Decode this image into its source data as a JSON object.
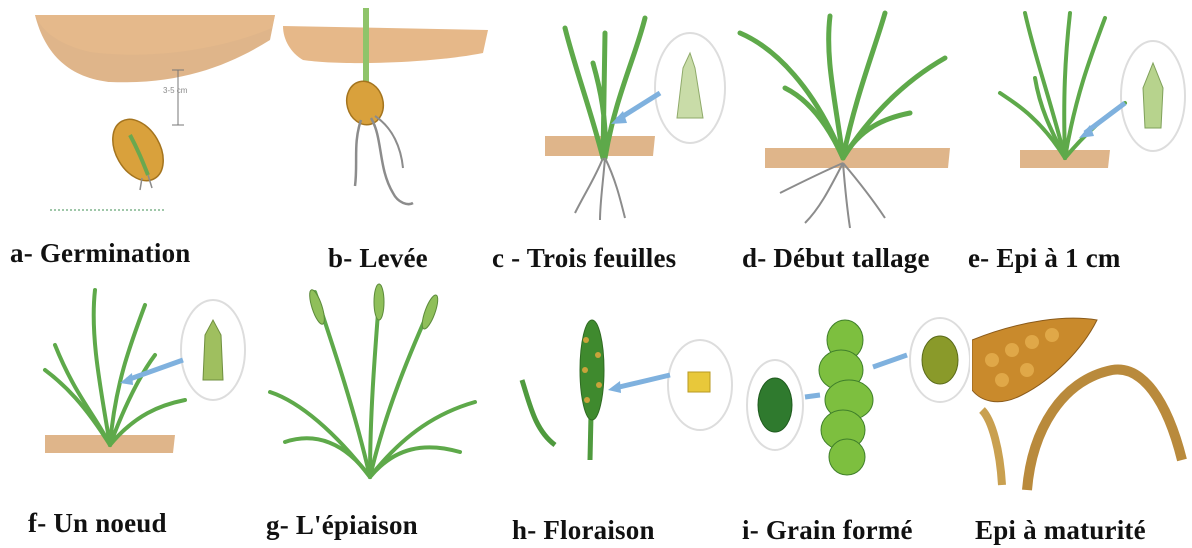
{
  "stages": [
    {
      "id": "a",
      "label": "a-  Germination",
      "depth_label": "3-5 cm"
    },
    {
      "id": "b",
      "label": "b- Levée"
    },
    {
      "id": "c",
      "label": "c - Trois feuilles"
    },
    {
      "id": "d",
      "label": "d- Début tallage"
    },
    {
      "id": "e",
      "label": "e- Epi à 1 cm"
    },
    {
      "id": "f",
      "label": "f- Un noeud"
    },
    {
      "id": "g",
      "label": "g- L'épiaison"
    },
    {
      "id": "h",
      "label": "h- Floraison"
    },
    {
      "id": "i",
      "label": "i- Grain formé"
    },
    {
      "id": "j",
      "label": "Epi à maturité"
    }
  ],
  "colors": {
    "soil": "#d9a876",
    "leaf": "#5ea94a",
    "leaf_dark": "#3f7f34",
    "seed": "#d9a13c",
    "arrow": "#7fb1de",
    "ripe": "#c98a2c",
    "root": "#8c8c8c"
  }
}
